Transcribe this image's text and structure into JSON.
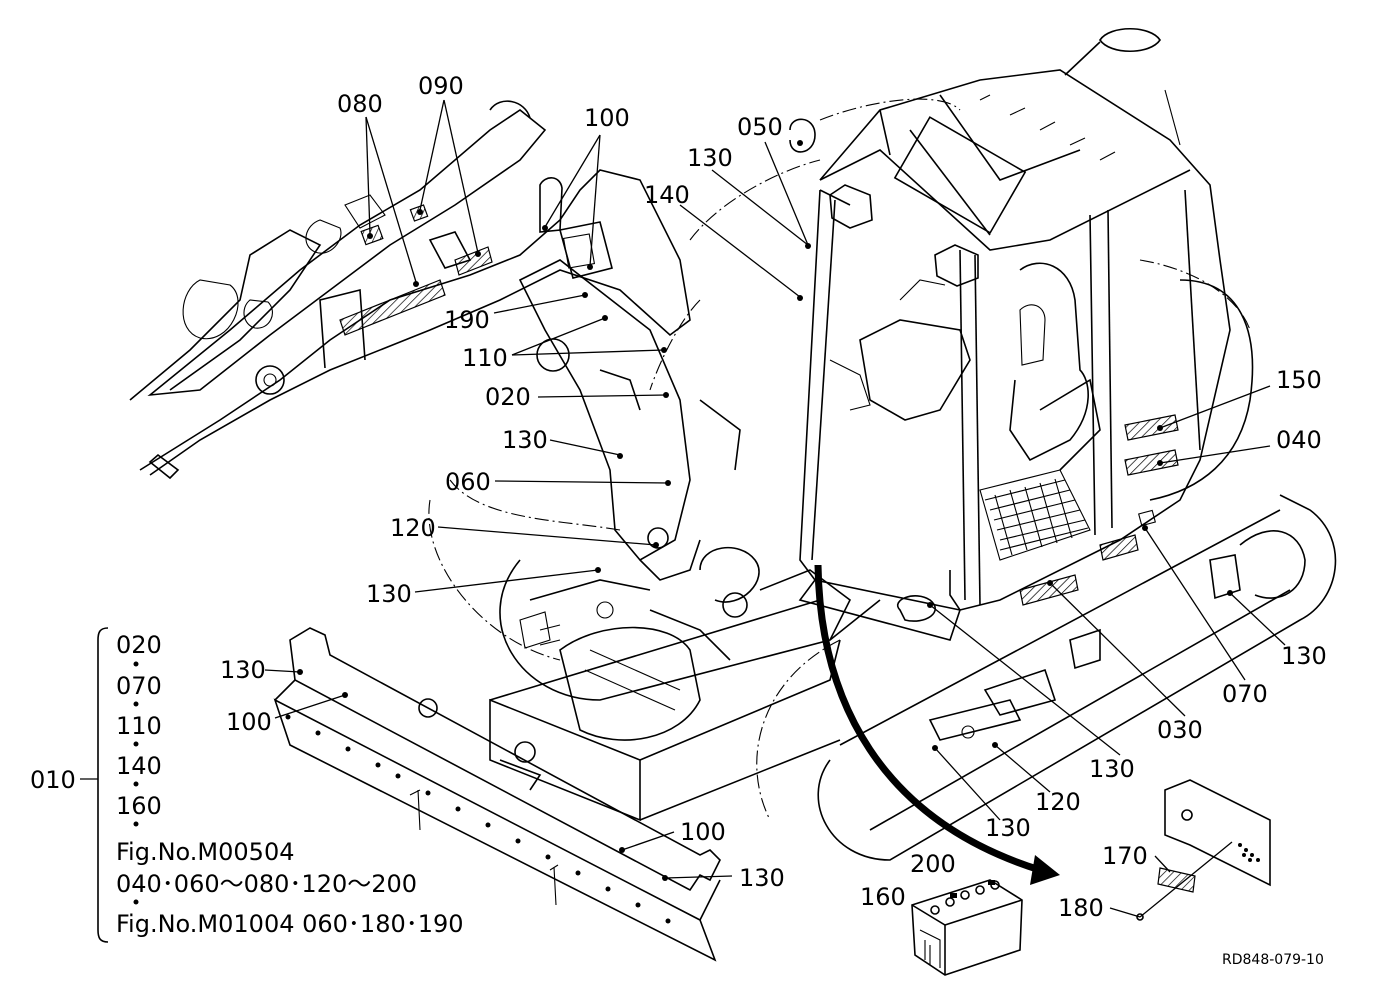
{
  "callouts": {
    "c080": "080",
    "c090": "090",
    "c100a": "100",
    "c050": "050",
    "c130a": "130",
    "c140": "140",
    "c190": "190",
    "c110": "110",
    "c020": "020",
    "c130b": "130",
    "c060": "060",
    "c120a": "120",
    "c130c": "130",
    "c150": "150",
    "c040": "040",
    "c130d": "130",
    "c070": "070",
    "c030": "030",
    "c130e": "130",
    "c120b": "120",
    "c130f": "130",
    "c130g": "130",
    "c100b": "100",
    "c100c": "100",
    "c130h": "130",
    "c200": "200",
    "c160": "160",
    "c170": "170",
    "c180": "180"
  },
  "legend": {
    "group": "010",
    "items": [
      "020",
      "070",
      "110",
      "140",
      "160"
    ],
    "fig1": "Fig.No.M00504",
    "fig1_items": "040･060～080･120～200",
    "fig2": "Fig.No.M01004  060･180･190"
  },
  "reference_code": "RD848-079-10"
}
